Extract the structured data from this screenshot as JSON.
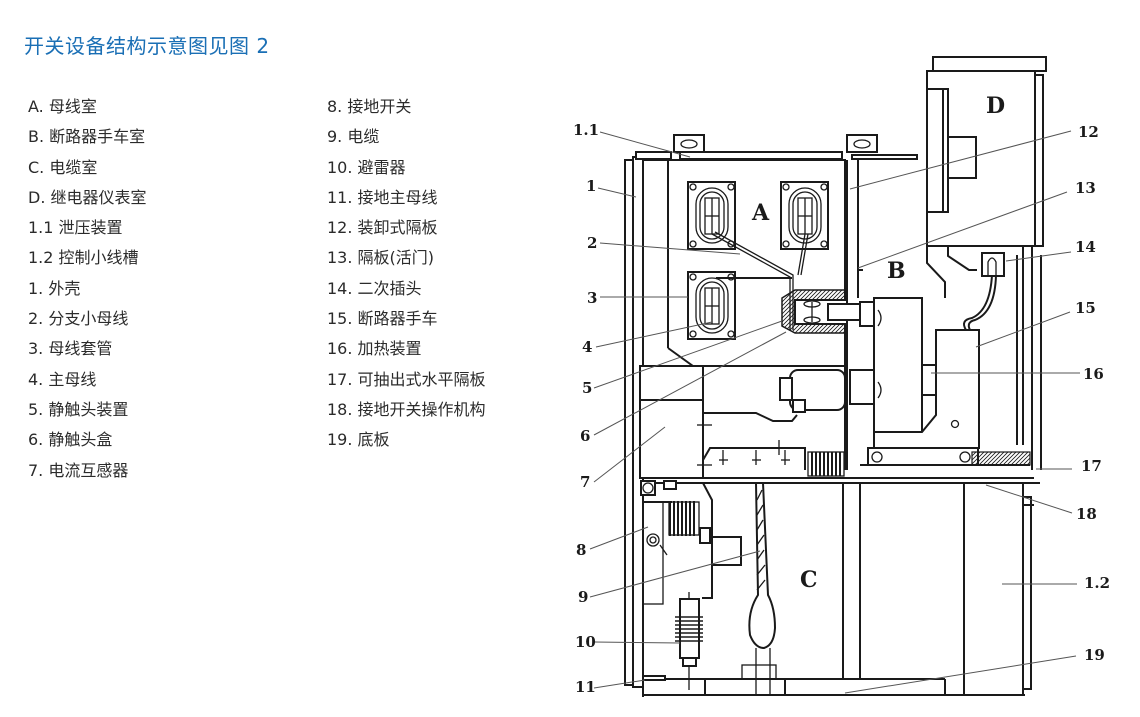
{
  "title": "开关设备结构示意图见图 2",
  "legend_left": [
    "A. 母线室",
    "B. 断路器手车室",
    "C. 电缆室",
    "D. 继电器仪表室",
    "1.1 泄压装置",
    "1.2 控制小线槽",
    "1. 外壳",
    "2. 分支小母线",
    "3. 母线套管",
    "4. 主母线",
    "5. 静触头装置",
    "6. 静触头盒",
    "7. 电流互感器"
  ],
  "legend_right": [
    "8. 接地开关",
    "9. 电缆",
    "10. 避雷器",
    "11. 接地主母线",
    "12. 装卸式隔板",
    "13. 隔板(活门)",
    "14. 二次插头",
    "15. 断路器手车",
    "16. 加热装置",
    "17. 可抽出式水平隔板",
    "18. 接地开关操作机构",
    "19. 底板"
  ],
  "diagram": {
    "zones": {
      "a": "A",
      "b": "B",
      "c": "C",
      "d": "D"
    },
    "callouts": {
      "c1_1": "1.1",
      "c1": "1",
      "c2": "2",
      "c3": "3",
      "c4": "4",
      "c5": "5",
      "c6": "6",
      "c7": "7",
      "c8": "8",
      "c9": "9",
      "c10": "10",
      "c11": "11",
      "c12": "12",
      "c13": "13",
      "c14": "14",
      "c15": "15",
      "c16": "16",
      "c17": "17",
      "c18": "18",
      "c1_2": "1.2",
      "c19": "19"
    }
  },
  "colors": {
    "title": "#1a6fb5",
    "text": "#2b2b2b",
    "line": "#1a1a1a"
  }
}
